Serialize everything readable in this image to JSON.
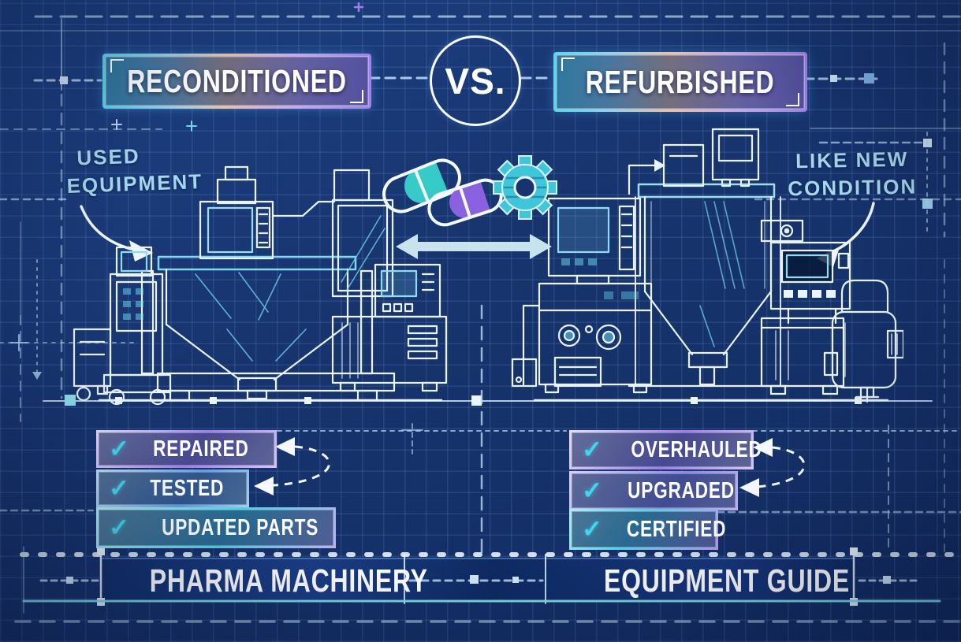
{
  "meta": {
    "title": "Reconditioned vs. Refurbished pharma equipment blueprint infographic"
  },
  "theme": {
    "bg": "#17346e",
    "band": "#0e2a61",
    "text": "#ffffff",
    "label": "#a6d8ec",
    "check": "#43d6ee",
    "teal": "#38d2cc",
    "purple": "#9065e5",
    "gear": "#3fc6da",
    "arrowfill": "#cfeaf2",
    "cyanline": "#7fe2ee",
    "box-bg": "rgba(14,38,86,0.6)"
  },
  "header": {
    "left": "RECONDITIONED",
    "vs": "VS.",
    "right": "REFURBISHED"
  },
  "annotations": {
    "left": {
      "line1": "USED",
      "line2": "EQUIPMENT"
    },
    "right": {
      "line1": "LIKE NEW",
      "line2": "CONDITION"
    }
  },
  "checklists": {
    "left": {
      "items": [
        {
          "check": "✓",
          "label": "REPAIRED"
        },
        {
          "check": "✓",
          "label": "TESTED"
        },
        {
          "check": "✓",
          "label": "UPDATED PARTS"
        }
      ]
    },
    "right": {
      "items": [
        {
          "check": "✓",
          "label": "OVERHAULED"
        },
        {
          "check": "✓",
          "label": "UPGRADED"
        },
        {
          "check": "✓",
          "label": "CERTIFIED"
        }
      ]
    }
  },
  "footer": {
    "left": "PHARMA MACHINERY",
    "right": "EQUIPMENT GUIDE"
  },
  "icons": {
    "pill_teal": "capsule-pill-teal",
    "pill_purple": "capsule-pill-purple",
    "gear": "gear",
    "double_arrow": "double-headed-arrow"
  }
}
